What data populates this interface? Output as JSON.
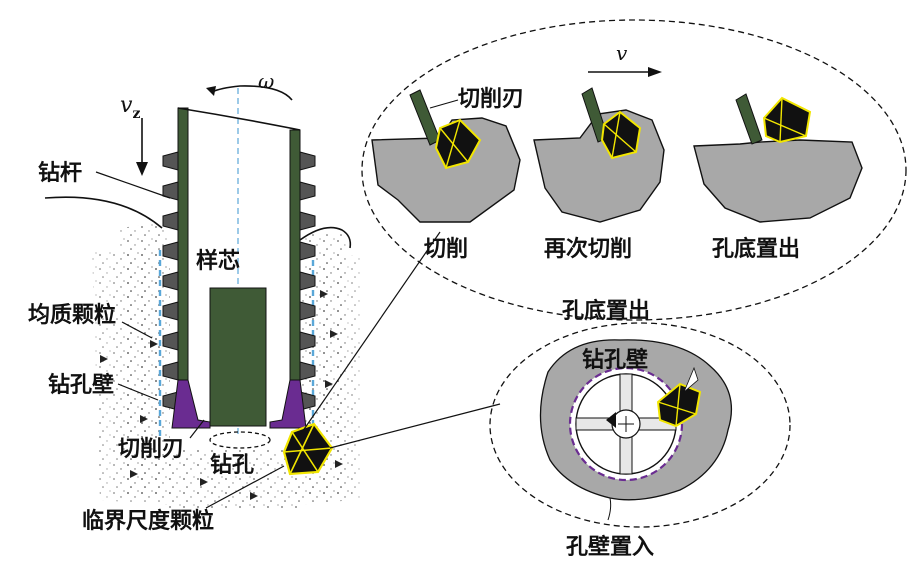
{
  "diagram": {
    "velocity_down": "v",
    "velocity_down_sub": "z",
    "omega": "ω",
    "velocity_right": "v",
    "labels": {
      "drill_rod": "钻杆",
      "sample_core": "样芯",
      "homogeneous_particles": "均质颗粒",
      "borehole_wall_left": "钻孔壁",
      "cutting_edge_left": "切削刃",
      "borehole": "钻孔",
      "critical_particle": "临界尺度颗粒",
      "cutting_edge_top": "切削刃",
      "stage_cut": "切削",
      "stage_recut": "再次切削",
      "stage_bottom_eject": "孔底置出",
      "bottom_eject_title": "孔底置出",
      "borehole_wall_inset": "钻孔壁",
      "wall_embed": "孔壁置入"
    },
    "colors": {
      "rod_green": "#3f5a36",
      "cutter_purple": "#6a2c91",
      "rock_gray": "#a8a8a8",
      "particle_yellow": "#f2e600",
      "borehole_blue": "#5aa7d8"
    }
  }
}
